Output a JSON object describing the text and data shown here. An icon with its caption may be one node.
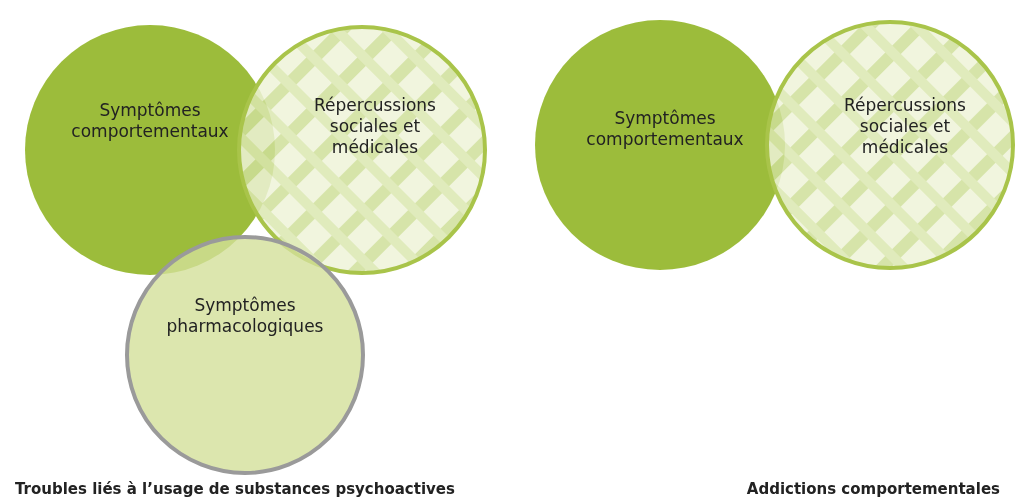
{
  "diagram": {
    "nodes": [
      {
        "text": [
          "Symptômes comportementaux"
        ]
      },
      {
        "text": [
          "Répercussions sociales et médicales"
        ]
      },
      {
        "text": [
          "Symptômes pharmacologiques"
        ]
      },
      {
        "text": [
          "Symptômes comportementaux"
        ]
      },
      {
        "text": [
          "Répercussions sociales et médicales"
        ]
      }
    ],
    "edges": [],
    "labels": [
      "Troubles liés à l’usage de substances psychoactives",
      "Addictions comportementales"
    ]
  }
}
